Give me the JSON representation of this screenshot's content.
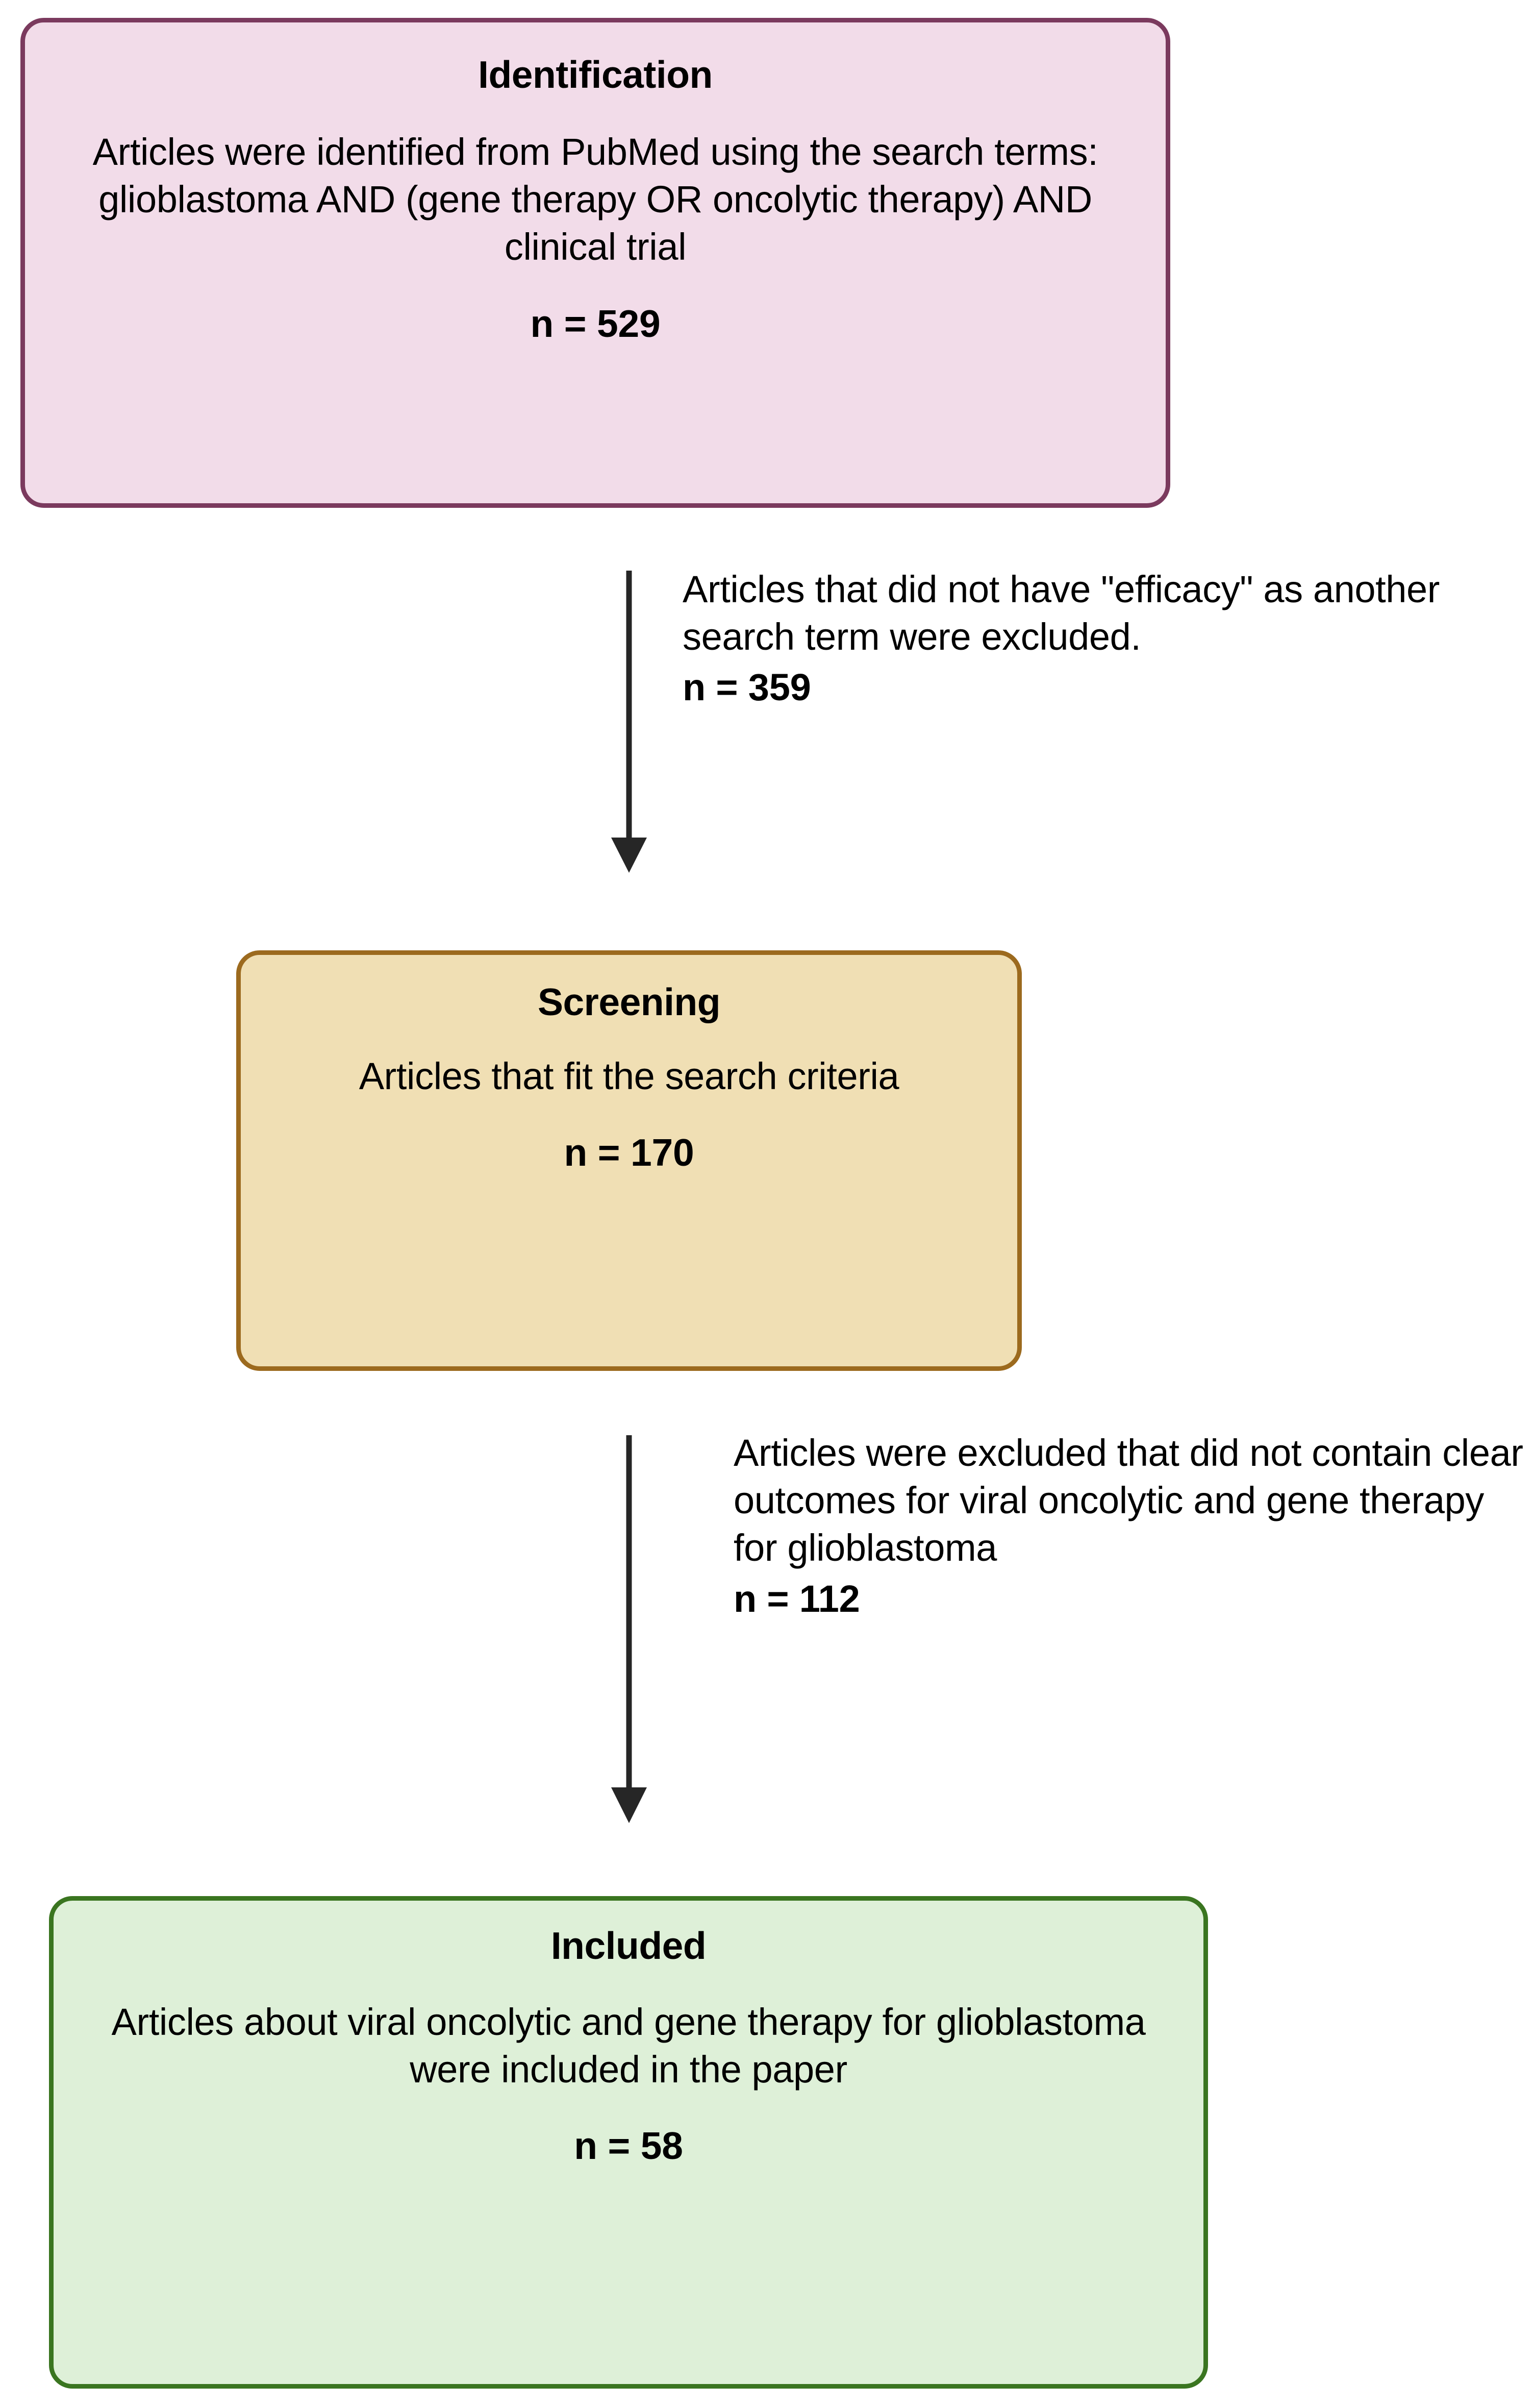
{
  "diagram": {
    "type": "prisma-flow-diagram",
    "orientation": "vertical",
    "stages": [
      {
        "id": "identification",
        "title": "Identification",
        "body": "Articles were identified from PubMed using the search terms: glioblastoma AND (gene therapy OR oncolytic therapy) AND clinical trial",
        "count_label": "n = 529",
        "n": 529,
        "fill_color": "#F2DCE9",
        "border_color": "#7B3A5E"
      },
      {
        "id": "screening",
        "title": "Screening",
        "body": "Articles that fit the search criteria",
        "count_label": "n = 170",
        "n": 170,
        "fill_color": "#F0DFB4",
        "border_color": "#9C6A1E"
      },
      {
        "id": "included",
        "title": "Included",
        "body": "Articles about viral oncolytic and gene therapy for glioblastoma were included in the paper",
        "count_label": "n = 58",
        "n": 58,
        "fill_color": "#DEF0D8",
        "border_color": "#3A7520"
      }
    ],
    "transitions": [
      {
        "id": "identification-to-screening",
        "from": "identification",
        "to": "screening",
        "note": "Articles that did not have \"efficacy\" as another search term were excluded.",
        "count_label": "n = 359",
        "n": 359,
        "arrow_color": "#262626"
      },
      {
        "id": "screening-to-included",
        "from": "screening",
        "to": "included",
        "note": "Articles were excluded that did not contain clear outcomes for viral oncolytic and gene therapy for glioblastoma",
        "count_label": "n = 112",
        "n": 112,
        "arrow_color": "#262626"
      }
    ]
  }
}
